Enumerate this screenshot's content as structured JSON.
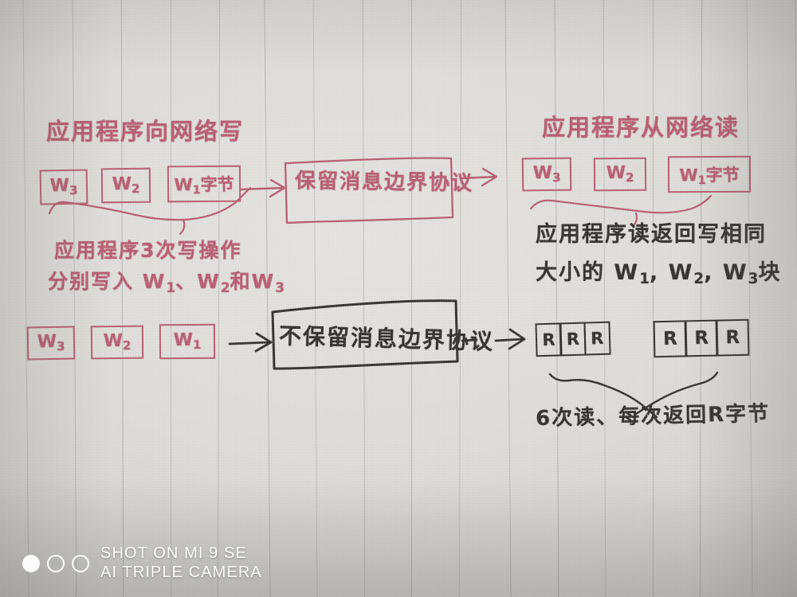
{
  "image": {
    "kind": "handwritten-notebook-diagram",
    "topic": "message boundary vs stream protocols",
    "paper_color": "#dbd9d5",
    "red_ink": "#b4566a",
    "black_ink": "#2a2724",
    "rule_line_color": "#787a82"
  },
  "diagram": {
    "top_row": {
      "left": {
        "caption": "应用程序向网络写",
        "boxes": [
          {
            "label": "W",
            "subscript": "3"
          },
          {
            "label": "W",
            "subscript": "2"
          },
          {
            "label": "W",
            "subscript": "1",
            "suffix": "字节"
          }
        ],
        "note_line1": "应用程序3次写操作",
        "note_line2_prefix": "分别写入 W",
        "note_line2_sub1": "1",
        "note_line2_mid": "、W",
        "note_line2_sub2": "2",
        "note_line2_tail": "和W",
        "note_line2_sub3": "3",
        "arrow": "→"
      },
      "middle": {
        "label": "保留消息边界协议",
        "arrow_in": "→",
        "arrow_out": "→"
      },
      "right": {
        "caption": "应用程序从网络读",
        "boxes": [
          {
            "label": "W",
            "subscript": "3"
          },
          {
            "label": "W",
            "subscript": "2"
          },
          {
            "label": "W",
            "subscript": "1",
            "suffix": "字节"
          }
        ],
        "note_line1": "应用程序读返回写相同",
        "note_line2_prefix": "大小的 W",
        "note_line2_sub1": "1",
        "note_line2_mid": ", W",
        "note_line2_sub2": "2",
        "note_line2_tail": ", W",
        "note_line2_sub3": "3",
        "note_line2_end": "块"
      }
    },
    "bottom_row": {
      "left": {
        "boxes": [
          {
            "label": "W",
            "subscript": "3"
          },
          {
            "label": "W",
            "subscript": "2"
          },
          {
            "label": "W",
            "subscript": "1"
          }
        ],
        "arrow": "→"
      },
      "middle": {
        "label": "不保留消息边界协议",
        "arrow_out": "→"
      },
      "right": {
        "group1": [
          "R",
          "R",
          "R"
        ],
        "group2": [
          "R",
          "R",
          "R"
        ],
        "caption": "6次读、每次返回R字节"
      }
    }
  },
  "watermark": {
    "line1": "SHOT ON MI 9 SE",
    "line2": "AI TRIPLE CAMERA",
    "dots": [
      "filled",
      "hollow",
      "hollow"
    ]
  }
}
